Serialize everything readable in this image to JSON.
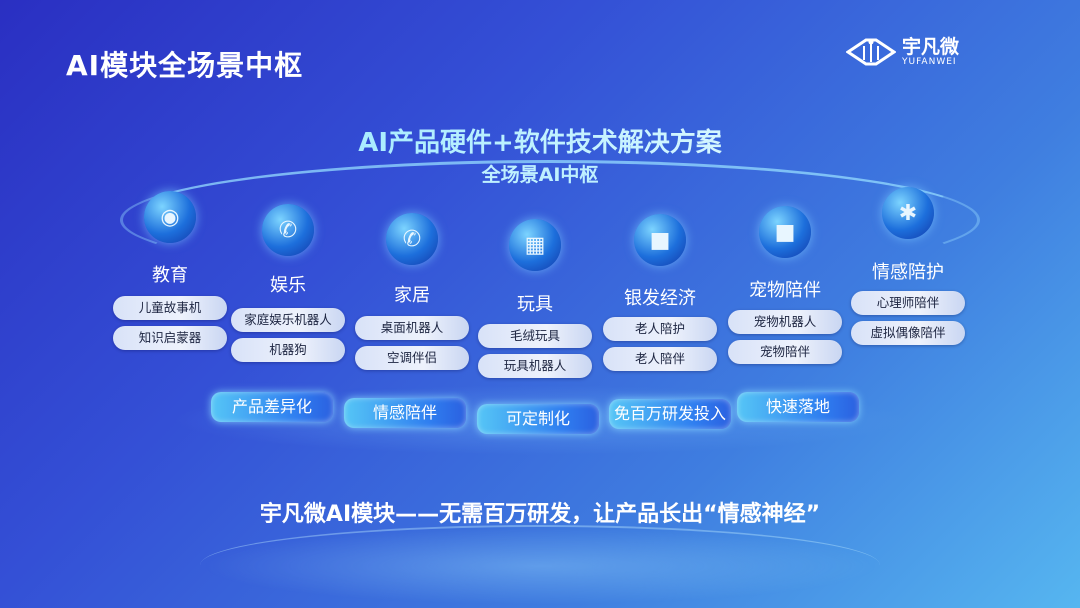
{
  "title": "AI模块全场景中枢",
  "logo": {
    "name": "宇凡微",
    "en": "YUFANWEI"
  },
  "headline": "AI产品硬件+软件技术解决方案",
  "subheadline": "全场景AI中枢",
  "categories": [
    {
      "label": "教育",
      "icon": "webcam-icon",
      "items": [
        "儿童故事机",
        "知识启蒙器"
      ]
    },
    {
      "label": "娱乐",
      "icon": "phone-icon",
      "items": [
        "家庭娱乐机器人",
        "机器狗"
      ]
    },
    {
      "label": "家居",
      "icon": "phone-icon",
      "items": [
        "桌面机器人",
        "空调伴侣"
      ]
    },
    {
      "label": "玩具",
      "icon": "server-globe-icon",
      "items": [
        "毛绒玩具",
        "玩具机器人"
      ]
    },
    {
      "label": "银发经济",
      "icon": "video-camera-icon",
      "items": [
        "老人陪护",
        "老人陪伴"
      ]
    },
    {
      "label": "宠物陪伴",
      "icon": "video-camera-icon",
      "items": [
        "宠物机器人",
        "宠物陪伴"
      ]
    },
    {
      "label": "情感陪护",
      "icon": "chat-hand-icon",
      "items": [
        "心理师陪伴",
        "虚拟偶像陪伴"
      ]
    }
  ],
  "features": [
    "产品差异化",
    "情感陪伴",
    "可定制化",
    "免百万研发投入",
    "快速落地"
  ],
  "slogan": "宇凡微AI模块——无需百万研发，让产品长出“情感神经”"
}
